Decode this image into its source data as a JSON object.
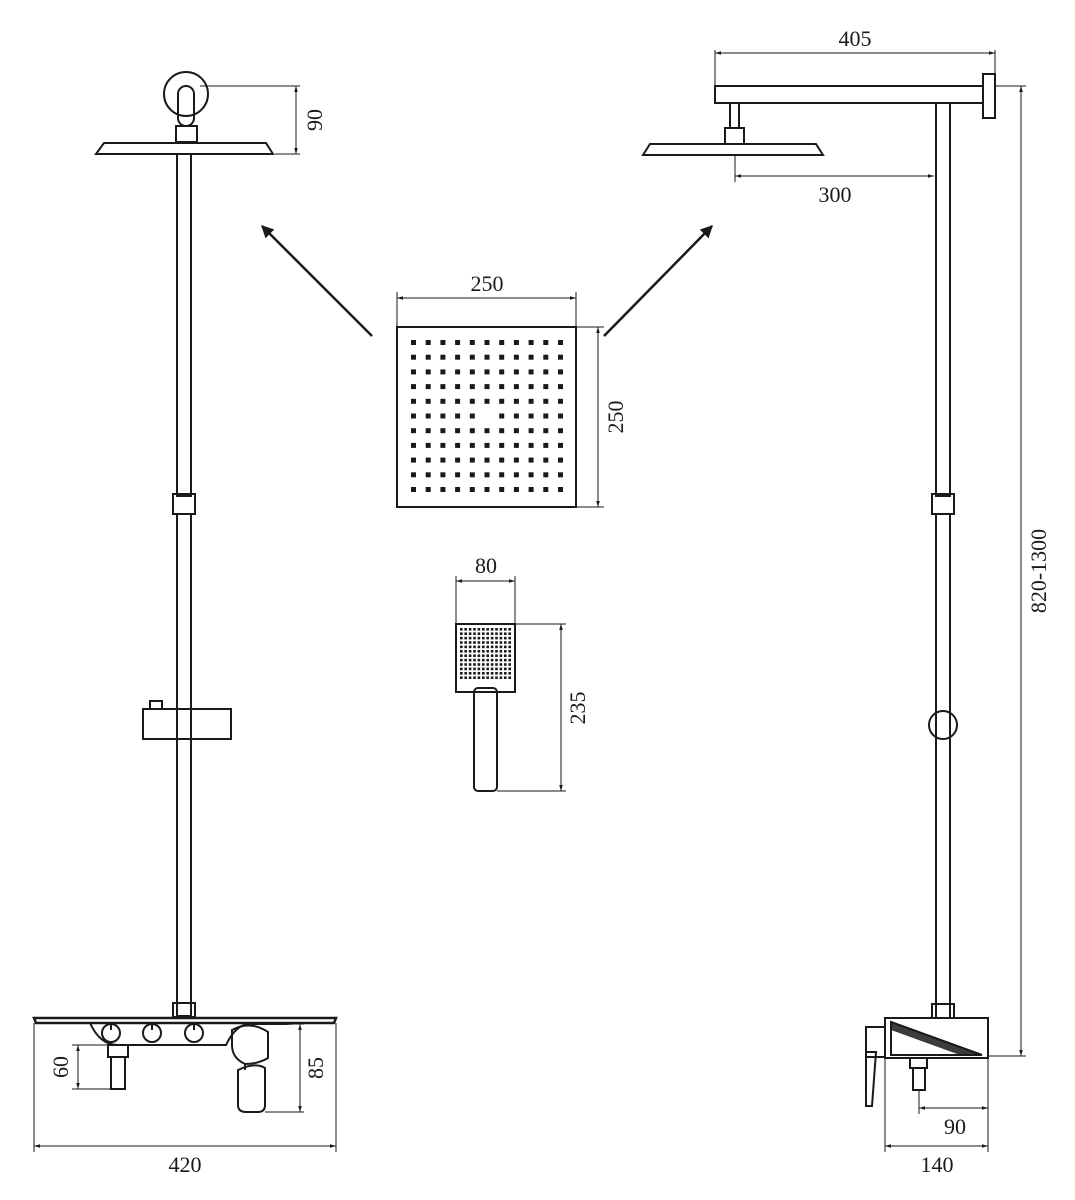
{
  "diagram": {
    "dimensions": {
      "top_width_arm": "405",
      "head_offset": "300",
      "head_clearance": "90",
      "square_width": "250",
      "square_height": "250",
      "hand_width": "80",
      "hand_height": "235",
      "total_height": "820-1300",
      "valve_width": "420",
      "valve_height": "85",
      "outlet_height": "60",
      "side_depth": "140",
      "side_outlet": "90"
    }
  }
}
